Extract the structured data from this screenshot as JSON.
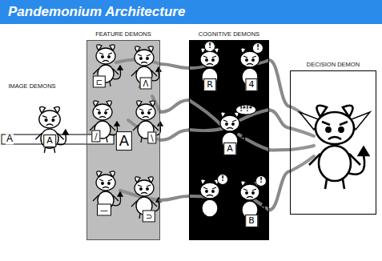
{
  "diagram": {
    "title": "Pandemonium Architecture",
    "nodes": [
      {
        "text": [
          "FEATURE DEMONS"
        ]
      },
      {
        "text": [
          "COGNITIVE DEMONS"
        ]
      },
      {
        "text": [
          "DECISION DEMON"
        ]
      }
    ],
    "edges": [
      {
        "from": 0,
        "to": 1,
        "arrow": "none"
      },
      {
        "from": 0,
        "to": 1,
        "arrow": "none"
      },
      {
        "from": 0,
        "to": 1,
        "arrow": "none"
      },
      {
        "from": 0,
        "to": 1,
        "arrow": "none"
      },
      {
        "from": 1,
        "to": 2,
        "arrow": "none"
      },
      {
        "from": 1,
        "to": 2,
        "arrow": "none"
      },
      {
        "from": 1,
        "to": 2,
        "arrow": "none"
      },
      {
        "from": 1,
        "to": 2,
        "arrow": "none"
      }
    ],
    "labels": [
      "IMAGE DEMONS",
      "A",
      "A",
      "⊏",
      "Λ",
      "/",
      "A",
      "\\",
      "—",
      "⊃",
      "!",
      "!",
      "R",
      "4",
      "!*!*",
      "A",
      "!",
      "!",
      "B"
    ]
  }
}
